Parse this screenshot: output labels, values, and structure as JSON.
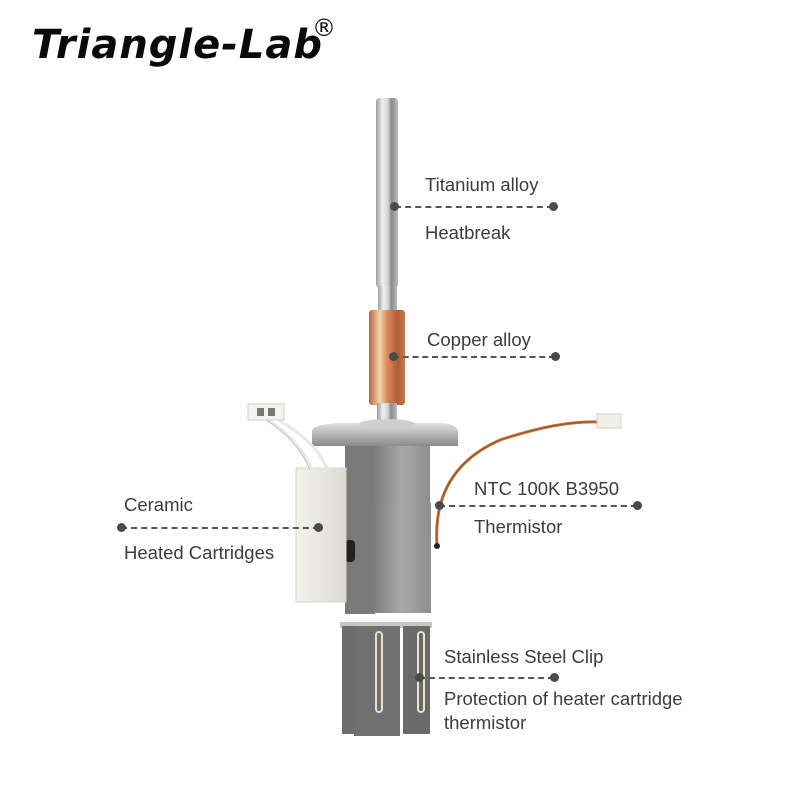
{
  "brand": {
    "name": "Triangle-Lab",
    "registered_mark": "®"
  },
  "callouts": [
    {
      "id": "heatbreak",
      "line1": "Titanium alloy",
      "line2": "Heatbreak"
    },
    {
      "id": "heatsink",
      "line1": "Copper alloy",
      "line2": ""
    },
    {
      "id": "thermistor",
      "line1": "NTC 100K B3950",
      "line2": "Thermistor"
    },
    {
      "id": "heater",
      "line1": "Ceramic",
      "line2": "Heated Cartridges"
    },
    {
      "id": "clip",
      "line1": "Stainless Steel Clip",
      "line2": "Protection of heater cartridge",
      "line3": "thermistor"
    }
  ],
  "colors": {
    "text": "#3c3c3c",
    "leader": "#555555",
    "copper": "#c8764e",
    "steel": "#8f8f8f",
    "ceramic": "#e6e5df"
  }
}
